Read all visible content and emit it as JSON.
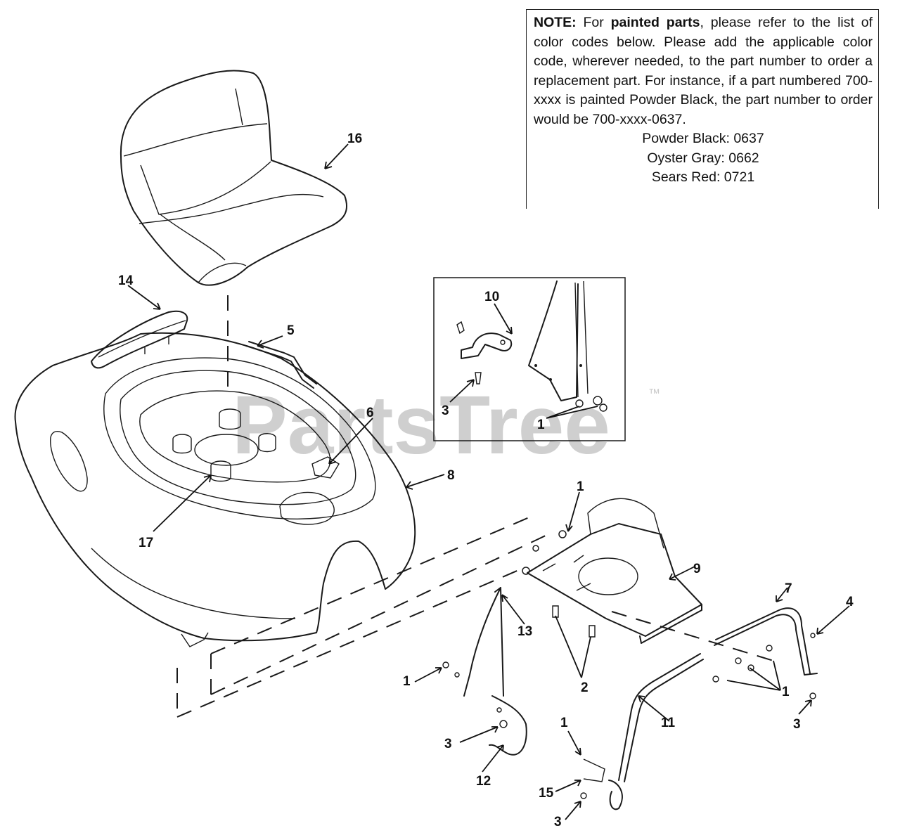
{
  "note": {
    "label": "NOTE:",
    "text_1": " For ",
    "emph": "painted parts",
    "text_2": ", please refer to the list of color codes below.  Please add the applicable color code, wherever needed, to the part number to order a replacement part.  For instance, if a part numbered 700-xxxx is painted Powder Black, the part number to order would be 700-xxxx-0637.",
    "color_codes": [
      "Powder Black: 0637",
      "Oyster Gray: 0662",
      "Sears Red: 0721"
    ]
  },
  "watermark": {
    "brand": "PartsTree",
    "trademark": "™"
  },
  "callouts": {
    "seat": "16",
    "cover": "14",
    "rod": "5",
    "pad": "6",
    "body_panel": "8",
    "bumper": "17",
    "inset_bracket": "10",
    "inset_screw": "3",
    "inset_nuts": "1",
    "plate_nut": "1",
    "seat_plate": "9",
    "frame_rail": "13",
    "plate_bolts": "2",
    "left_nut": "1",
    "left_screw": "3",
    "hinge_bracket": "12",
    "handle": "7",
    "handle_pin": "4",
    "handle_nuts": "1",
    "handle_screw": "3",
    "support_rod": "11",
    "lower_nuts": "1",
    "clip": "15",
    "lower_screw": "3"
  }
}
